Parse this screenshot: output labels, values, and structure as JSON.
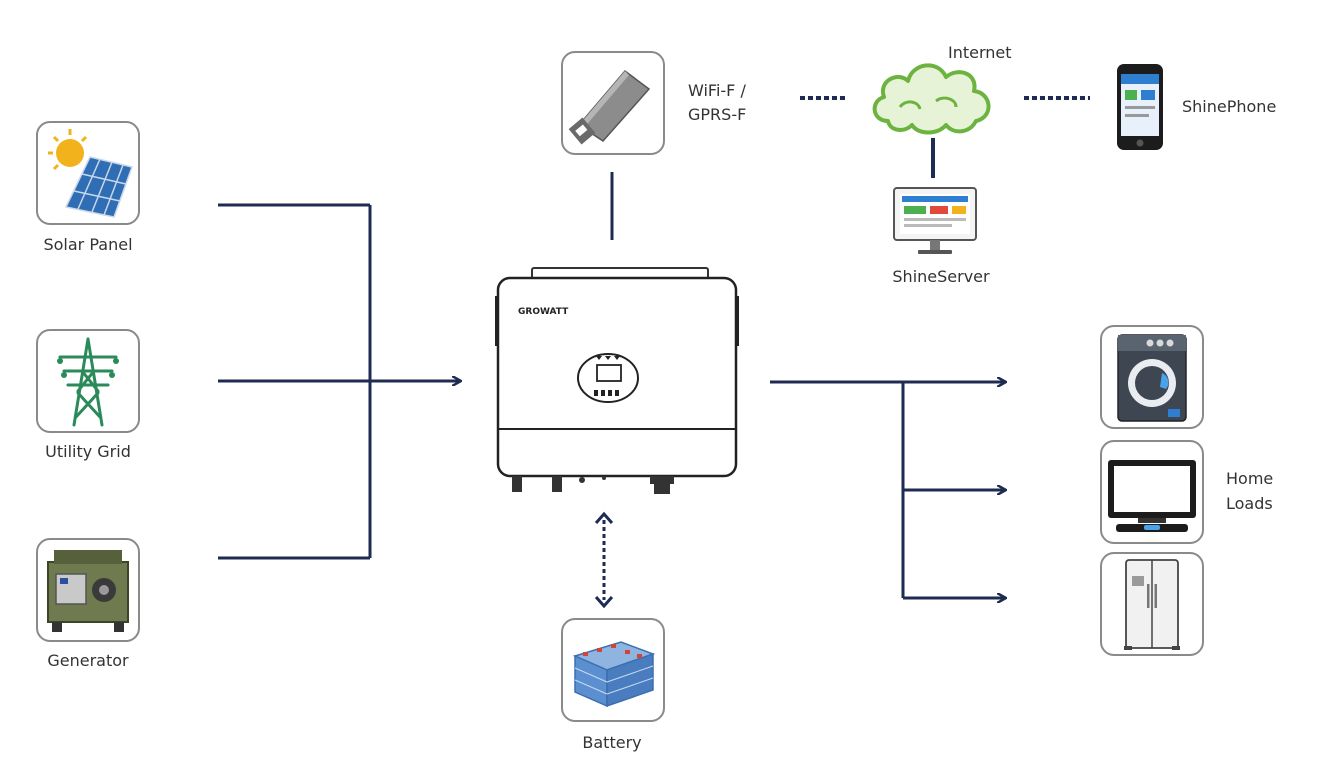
{
  "sources": {
    "solar": {
      "label": "Solar Panel",
      "icon": "solar-panel-icon"
    },
    "grid": {
      "label": "Utility Grid",
      "icon": "transmission-tower-icon"
    },
    "generator": {
      "label": "Generator",
      "icon": "generator-icon"
    }
  },
  "communication": {
    "wifi": {
      "label_line1": "WiFi-F /",
      "label_line2": "GPRS-F",
      "icon": "wifi-dongle-icon"
    },
    "internet": {
      "label": "Internet",
      "icon": "cloud-icon"
    },
    "server": {
      "label": "ShineServer",
      "icon": "monitor-icon"
    },
    "phone": {
      "label": "ShinePhone",
      "icon": "smartphone-icon"
    }
  },
  "inverter": {
    "brand": "GROWATT",
    "icon": "inverter-icon"
  },
  "battery": {
    "label": "Battery",
    "icon": "battery-icon"
  },
  "loads": {
    "label_line1": "Home",
    "label_line2": "Loads",
    "items": [
      {
        "icon": "washing-machine-icon"
      },
      {
        "icon": "television-icon"
      },
      {
        "icon": "refrigerator-icon"
      }
    ]
  },
  "colors": {
    "wire": "#1e2b52",
    "border": "#8a8a8a",
    "cloud": "#6cb33f"
  }
}
